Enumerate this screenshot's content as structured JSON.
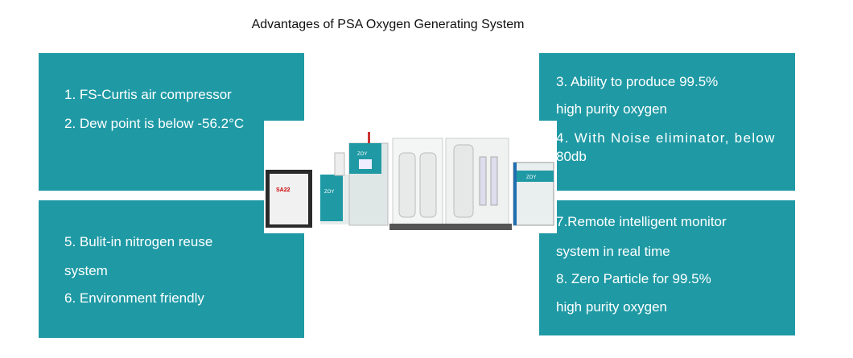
{
  "title": "Advantages of PSA Oxygen Generating System",
  "left_top": [
    "1. FS-Curtis air compressor",
    "2. Dew point is below -56.2°C"
  ],
  "left_bottom": [
    "5. Bulit-in nitrogen reuse",
    "system",
    "6. Environment friendly"
  ],
  "right_top": [
    "3. Ability to produce 99.5%",
    "high purity oxygen",
    "4. With Noise eliminator, below",
    "80db"
  ],
  "right_bottom": [
    "7.Remote intelligent monitor",
    "system in real time",
    "8. Zero Particle for 99.5%",
    "high purity oxygen"
  ],
  "machine": {
    "brand": "ZOY",
    "compressor_label": "SA22"
  },
  "colors": {
    "teal": "#1f9aa5"
  }
}
